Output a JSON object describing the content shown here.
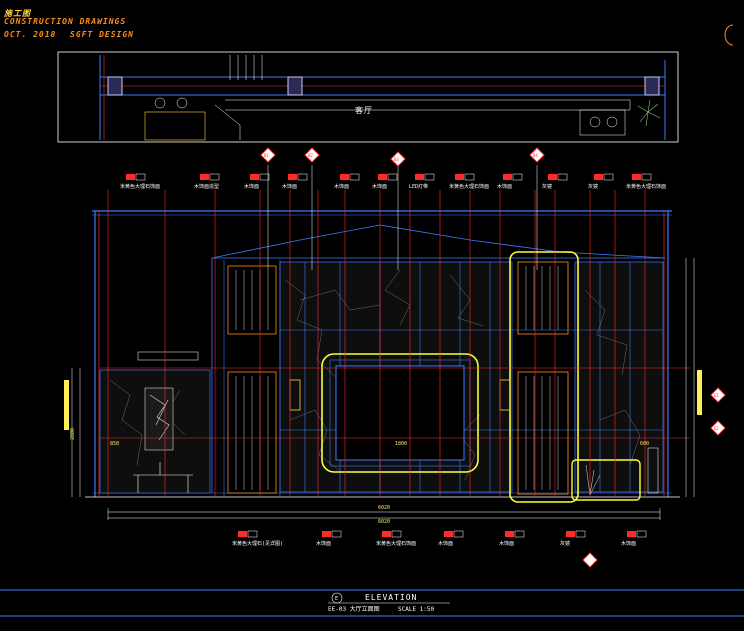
{
  "header": {
    "line1": "施工图",
    "line2": "CONSTRUCTION  DRAWINGS",
    "date": "OCT. 2018",
    "studio": "SGFT DESIGN"
  },
  "plan": {
    "label": "客厅"
  },
  "callouts_top": [
    "B1",
    "B2",
    "B3",
    "B4"
  ],
  "callouts_side": [
    "E1",
    "E2"
  ],
  "annotations_top": [
    "米黄色大理石饰面",
    "木饰面造型",
    "木饰面",
    "木饰面",
    "木饰面",
    "木饰面",
    "LED灯带",
    "米黄色大理石饰面",
    "木饰面",
    "灰镜",
    "灰镜",
    "米黄色大理石饰面"
  ],
  "annotations_bottom": [
    "米黄色大理石(见详图)",
    "木饰面",
    "米黄色大理石饰面",
    "木饰面",
    "木饰面",
    "灰镜",
    "木饰面"
  ],
  "dimensions": {
    "overall": "6020",
    "height": "2800",
    "tv_width": "1800",
    "side": "600",
    "left": "850"
  },
  "title_block": {
    "number": "E",
    "title": "ELEVATION",
    "subtitle": "EE-03 大厅立面图",
    "scale": "SCALE 1:50"
  }
}
